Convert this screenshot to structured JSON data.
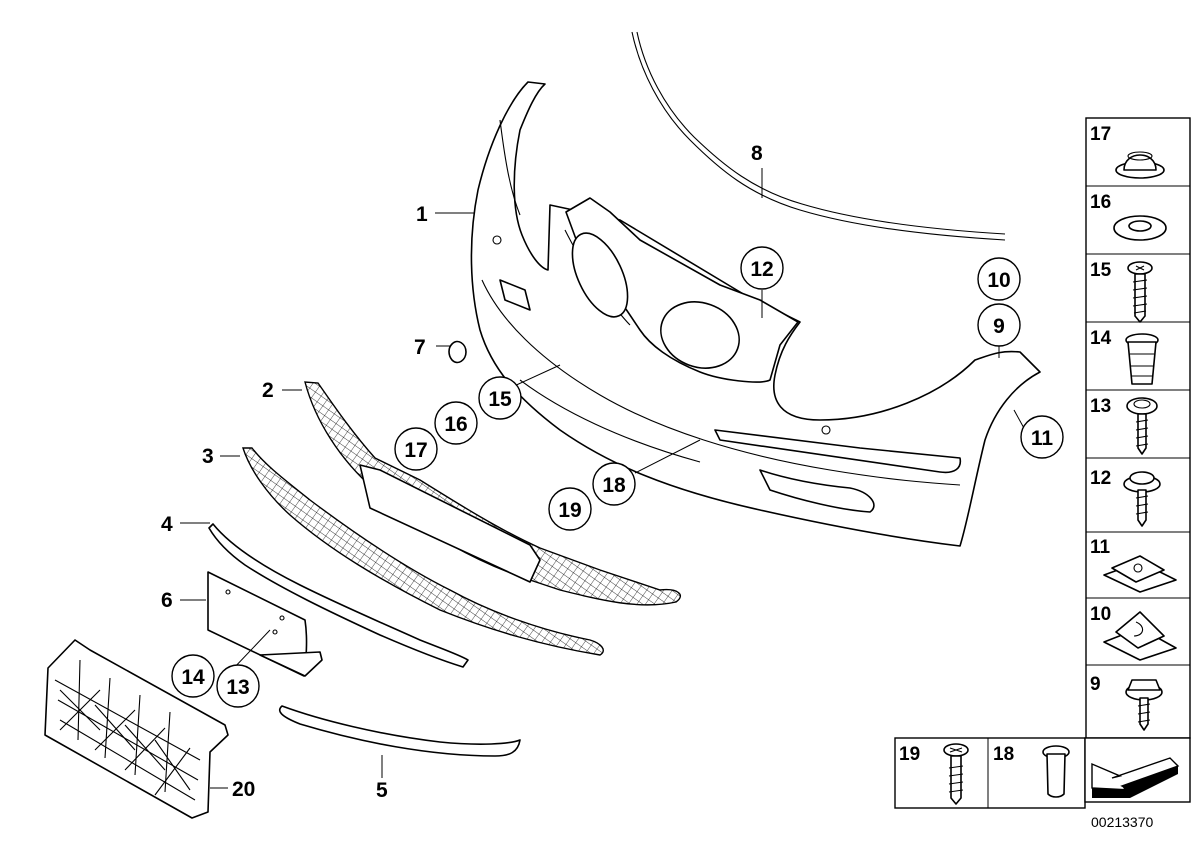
{
  "labels": {
    "p1": "1",
    "p2": "2",
    "p3": "3",
    "p4": "4",
    "p5": "5",
    "p6": "6",
    "p7": "7",
    "p8": "8",
    "p20": "20"
  },
  "bubbles": {
    "b9": "9",
    "b10": "10",
    "b11": "11",
    "b12": "12",
    "b13": "13",
    "b14": "14",
    "b15": "15",
    "b16": "16",
    "b17": "17",
    "b18": "18",
    "b19": "19"
  },
  "panel": {
    "cells": [
      "17",
      "16",
      "15",
      "14",
      "13",
      "12",
      "11",
      "10",
      "9"
    ],
    "bottom_cells": [
      "19",
      "18"
    ]
  },
  "icons": {
    "17": "grommet-cap-icon",
    "16": "washer-ring-icon",
    "15": "screw-icon",
    "14": "expansion-nut-icon",
    "13": "screw-with-washer-icon",
    "12": "collar-screw-icon",
    "11": "clip-nut-icon",
    "10": "spring-clip-icon",
    "9": "hex-collar-screw-icon",
    "19": "bolt-icon",
    "18": "sleeve-icon"
  },
  "document_id": "00213370"
}
